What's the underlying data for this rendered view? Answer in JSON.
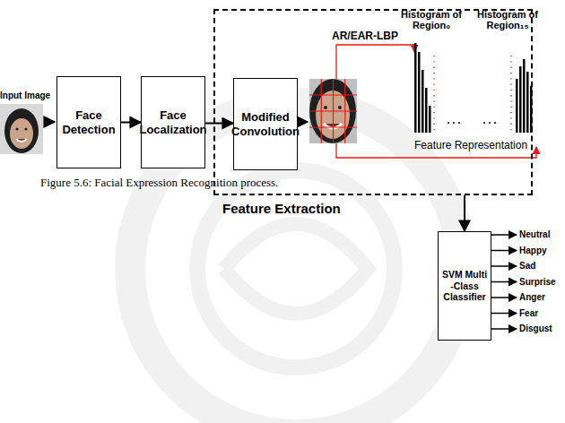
{
  "diagram": {
    "caption": "Figure 5.6: Facial Expression Recognition process.",
    "nodes": [
      {
        "text": [
          "Face Detection"
        ]
      },
      {
        "text": [
          "Face Localization"
        ]
      },
      {
        "text": [
          "Feature Extraction"
        ]
      },
      {
        "text": [
          "Modified Convolution"
        ],
        "in": 2
      },
      {
        "text": [
          "SVM Multi -Class Classifier"
        ]
      }
    ],
    "edges": [
      {
        "from": 0,
        "to": 1,
        "arrow": "to"
      },
      {
        "from": 1,
        "to": 3,
        "arrow": "to"
      },
      {
        "from": 2,
        "to": 4,
        "arrow": "to"
      }
    ],
    "labels": [
      "Input Image",
      "AR/EAR-LBP",
      "Histogram of Region₀",
      "Histogram of Region₁₅",
      "Feature Representation",
      "Neutral",
      "Happy",
      "Sad",
      "Surprise",
      "Anger",
      "Fear",
      "Disgust"
    ]
  }
}
